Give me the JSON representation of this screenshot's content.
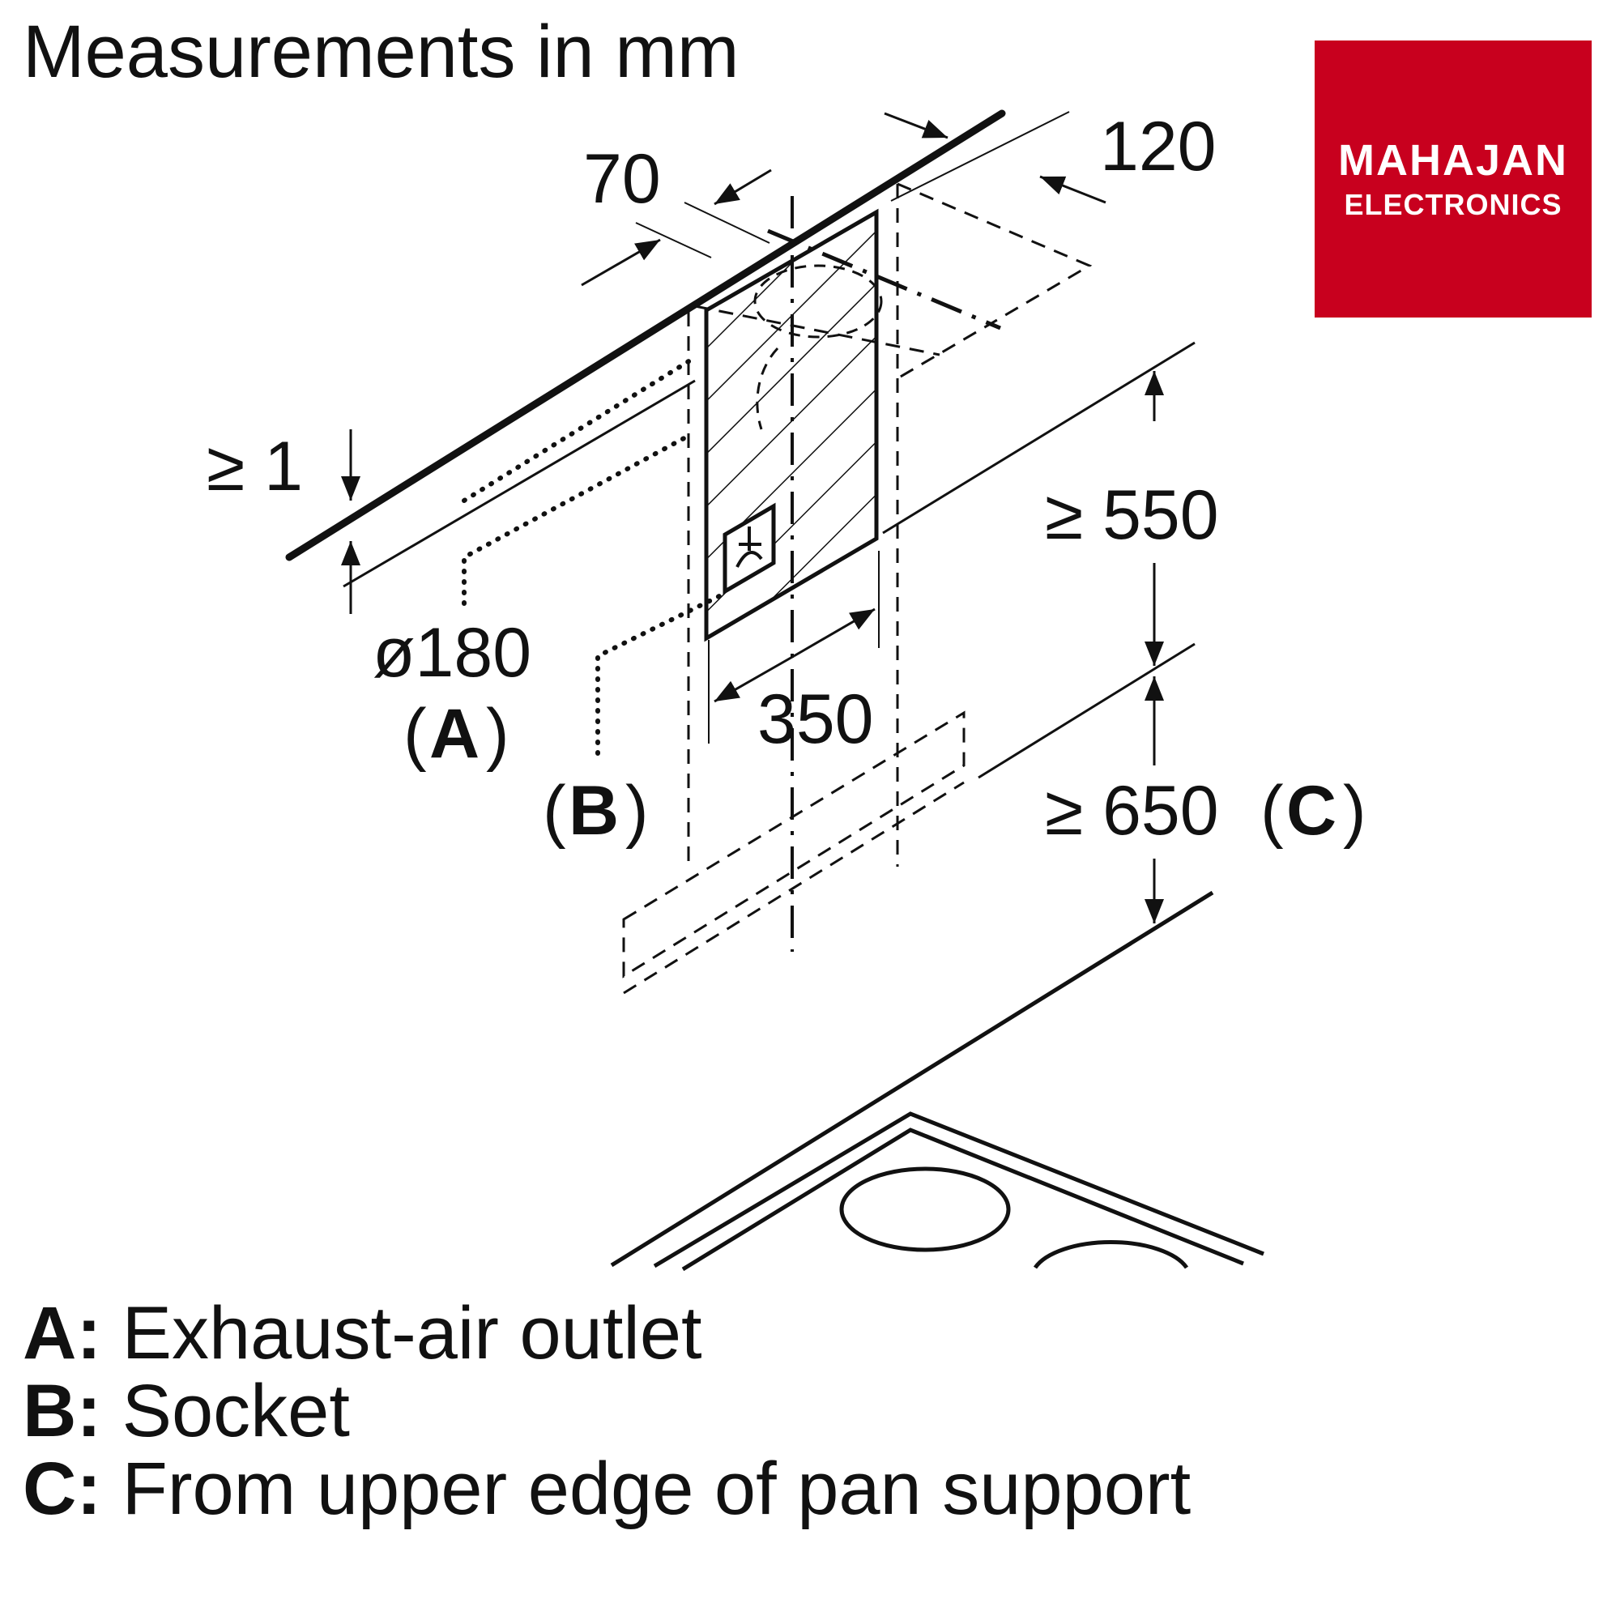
{
  "title": "Measurements in mm",
  "logo": {
    "name": "MAHAJAN",
    "subtitle": "ELECTRONICS",
    "background_color": "#c8001e",
    "text_color": "#ffffff"
  },
  "dimensions": {
    "d70": "70",
    "d120": "120",
    "d1": "≥ 1",
    "d550": "≥ 550",
    "d180": "ø180",
    "d350": "350",
    "d650": "≥ 650"
  },
  "markers": {
    "a_letter": "A",
    "b_letter": "B",
    "c_letter": "C"
  },
  "legend": [
    {
      "key": "A:",
      "text": "Exhaust-air outlet"
    },
    {
      "key": "B:",
      "text": "Socket"
    },
    {
      "key": "C:",
      "text": "From upper edge of pan support"
    }
  ]
}
